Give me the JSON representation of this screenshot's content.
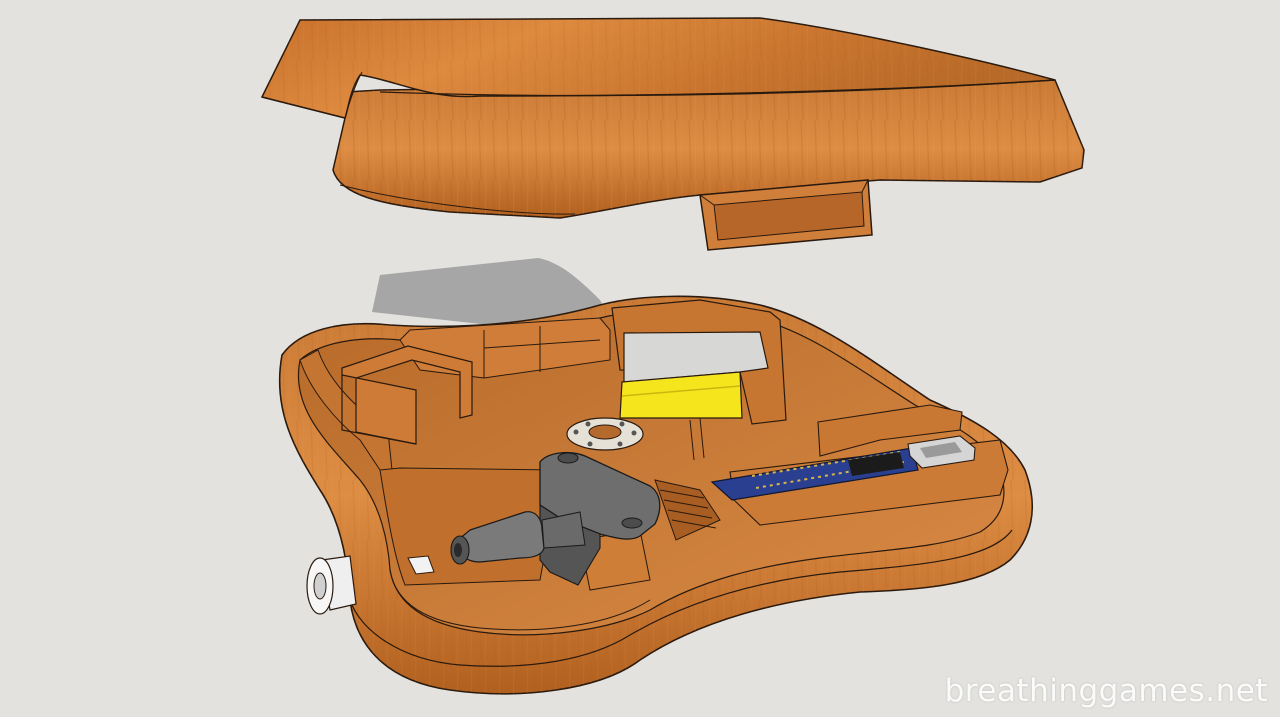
{
  "watermark": {
    "text": "breathinggames.net"
  },
  "colors": {
    "background": "#e3e2df",
    "wood_light": "#d9843a",
    "wood_mid": "#c26f2a",
    "wood_dark": "#9c5218",
    "outline": "#2a1a0e",
    "shadow": "#a6a6a6",
    "battery_top": "#d7d7d5",
    "battery_side": "#f4e51c",
    "sensor_grey": "#6e6e6e",
    "circuit_board": "#2a3f8f"
  },
  "objects": {
    "lid": "wooden lid",
    "base": "wooden base shell",
    "battery": "battery pack",
    "sensor": "pressure sensor",
    "led_ring": "led ring",
    "board": "microcontroller board",
    "mouthpiece": "mouthpiece connector"
  }
}
